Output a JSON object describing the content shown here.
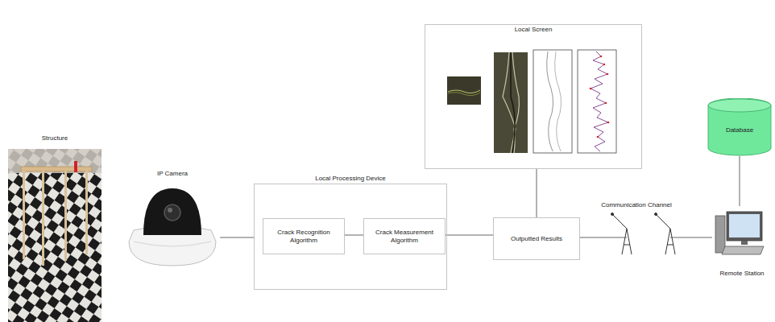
{
  "diagram": {
    "nodes": [
      {
        "text": [
          "Structure"
        ]
      },
      {
        "text": [
          "IP Camera"
        ]
      },
      {
        "text": [
          "Local Processing Device"
        ]
      },
      {
        "text": [
          "Crack Recognition Algorithm"
        ],
        "in": 2
      },
      {
        "text": [
          "Crack Measurement Algorithm"
        ],
        "in": 2
      },
      {
        "text": [
          "Local Screen"
        ]
      },
      {
        "text": [
          "Outputted Results"
        ]
      },
      {
        "text": [
          "Database"
        ]
      },
      {
        "text": [
          "Remote Station"
        ]
      }
    ],
    "edges": [
      {
        "from": 1,
        "to": 2,
        "arrow": "none"
      },
      {
        "from": 3,
        "to": 4,
        "arrow": "none"
      },
      {
        "from": 4,
        "to": 6,
        "arrow": "none"
      },
      {
        "from": 6,
        "to": 5,
        "arrow": "none"
      },
      {
        "from": 6,
        "to": 8,
        "arrow": "none"
      },
      {
        "from": 7,
        "to": 8,
        "arrow": "none"
      }
    ],
    "labels": [
      "Communication Channel"
    ]
  }
}
